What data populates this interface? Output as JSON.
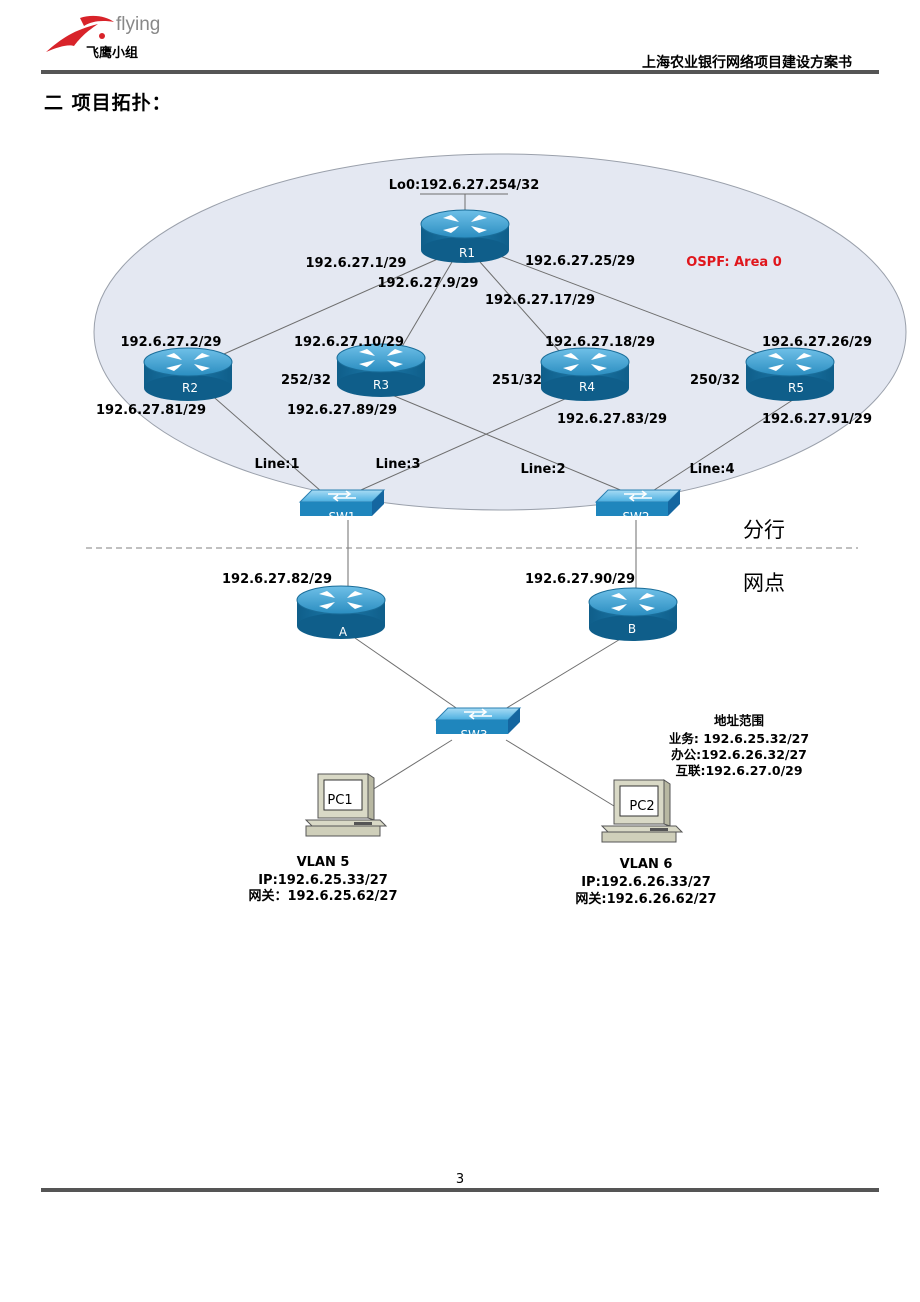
{
  "header": {
    "logo_text": "flying",
    "logo_cn": "飞鹰小组",
    "doc_title": "上海农业银行网络项目建设方案书"
  },
  "section_title": "二 项目拓扑：",
  "colors": {
    "area_fill": "#e4e8f2",
    "router_blue": "#1c79a9",
    "switch_blue": "#3a9bcf",
    "ospf_red": "#e0161c",
    "logo_red": "#d8232a"
  },
  "diagram": {
    "loopback": "Lo0:192.6.27.254/32",
    "ospf_area": "OSPF: Area 0",
    "zones": {
      "branch": "分行",
      "outlet": "网点"
    },
    "devices": {
      "r1": "R1",
      "r2": "R2",
      "r3": "R3",
      "r4": "R4",
      "r5": "R5",
      "sw1": "SW1",
      "sw2": "SW2",
      "sw3": "SW3",
      "a": "A",
      "b": "B",
      "pc1": "PC1",
      "pc2": "PC2"
    },
    "ip": {
      "r1_r2": "192.6.27.1/29",
      "r1_r3": "192.6.27.9/29",
      "r1_r4": "192.6.27.17/29",
      "r1_r5": "192.6.27.25/29",
      "r2_up": "192.6.27.2/29",
      "r3_up": "192.6.27.10/29",
      "r4_up": "192.6.27.18/29",
      "r5_up": "192.6.27.26/29",
      "r3_lo": "252/32",
      "r4_lo": "251/32",
      "r5_lo": "250/32",
      "r2_down": "192.6.27.81/29",
      "r3_down": "192.6.27.89/29",
      "r4_down": "192.6.27.83/29",
      "r5_down": "192.6.27.91/29",
      "a_up": "192.6.27.82/29",
      "b_up": "192.6.27.90/29"
    },
    "lines": {
      "l1": "Line:1",
      "l2": "Line:2",
      "l3": "Line:3",
      "l4": "Line:4"
    },
    "address_range": {
      "title": "地址范围",
      "business": "业务: 192.6.25.32/27",
      "office": "办公:192.6.26.32/27",
      "interconnect": "互联:192.6.27.0/29"
    },
    "vlan5": {
      "name": "VLAN 5",
      "ip": "IP:192.6.25.33/27",
      "gateway": "网关：192.6.25.62/27"
    },
    "vlan6": {
      "name": "VLAN 6",
      "ip": "IP:192.6.26.33/27",
      "gateway": "网关:192.6.26.62/27"
    }
  },
  "page_number": "3"
}
